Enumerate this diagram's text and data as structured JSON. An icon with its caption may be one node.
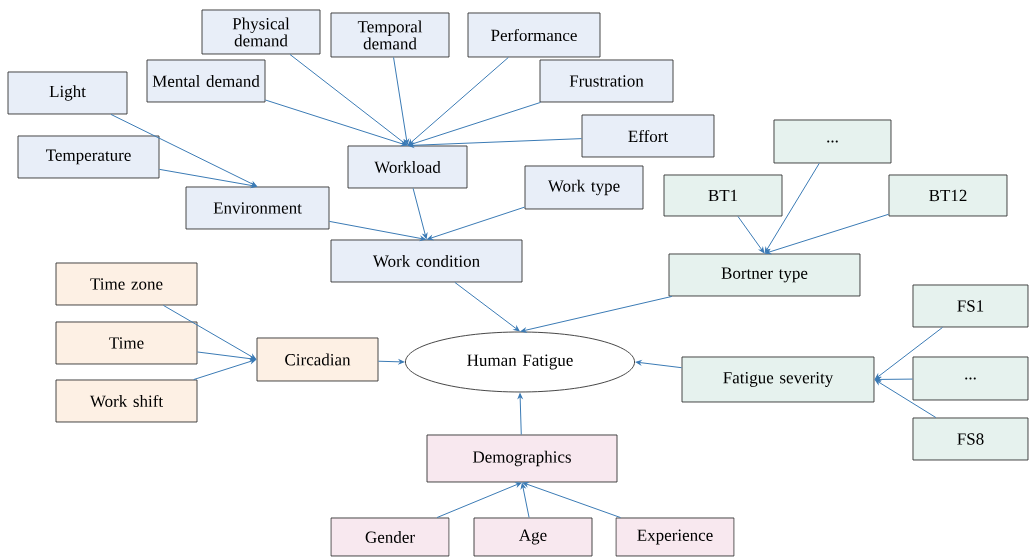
{
  "diagram": {
    "nodes": [
      {
        "text": [
          "Human Fatigue"
        ]
      },
      {
        "text": [
          "Work condition"
        ]
      },
      {
        "text": [
          "Workload"
        ]
      },
      {
        "text": [
          "Environment"
        ]
      },
      {
        "text": [
          "Light"
        ]
      },
      {
        "text": [
          "Temperature"
        ]
      },
      {
        "text": [
          "Mental demand"
        ]
      },
      {
        "text": [
          "Physical demand"
        ]
      },
      {
        "text": [
          "Temporal demand"
        ]
      },
      {
        "text": [
          "Performance"
        ]
      },
      {
        "text": [
          "Frustration"
        ]
      },
      {
        "text": [
          "Effort"
        ]
      },
      {
        "text": [
          "Work type"
        ]
      },
      {
        "text": [
          "Bortner type"
        ]
      },
      {
        "text": [
          "BT1"
        ]
      },
      {
        "text": [
          "..."
        ]
      },
      {
        "text": [
          "BT12"
        ]
      },
      {
        "text": [
          "Fatigue severity"
        ]
      },
      {
        "text": [
          "FS1"
        ]
      },
      {
        "text": [
          "..."
        ]
      },
      {
        "text": [
          "FS8"
        ]
      },
      {
        "text": [
          "Circadian"
        ]
      },
      {
        "text": [
          "Time zone"
        ]
      },
      {
        "text": [
          "Time"
        ]
      },
      {
        "text": [
          "Work shift"
        ]
      },
      {
        "text": [
          "Demographics"
        ]
      },
      {
        "text": [
          "Gender"
        ]
      },
      {
        "text": [
          "Age"
        ]
      },
      {
        "text": [
          "Experience"
        ]
      }
    ],
    "edges": [
      {
        "from": 4,
        "to": 3,
        "arrow": "to"
      },
      {
        "from": 5,
        "to": 3,
        "arrow": "to"
      },
      {
        "from": 6,
        "to": 2,
        "arrow": "to"
      },
      {
        "from": 7,
        "to": 2,
        "arrow": "to"
      },
      {
        "from": 8,
        "to": 2,
        "arrow": "to"
      },
      {
        "from": 9,
        "to": 2,
        "arrow": "to"
      },
      {
        "from": 10,
        "to": 2,
        "arrow": "to"
      },
      {
        "from": 11,
        "to": 2,
        "arrow": "to"
      },
      {
        "from": 3,
        "to": 1,
        "arrow": "to"
      },
      {
        "from": 2,
        "to": 1,
        "arrow": "to"
      },
      {
        "from": 12,
        "to": 1,
        "arrow": "to"
      },
      {
        "from": 1,
        "to": 0,
        "arrow": "to"
      },
      {
        "from": 13,
        "to": 0,
        "arrow": "to"
      },
      {
        "from": 14,
        "to": 13,
        "arrow": "to"
      },
      {
        "from": 15,
        "to": 13,
        "arrow": "to"
      },
      {
        "from": 16,
        "to": 13,
        "arrow": "to"
      },
      {
        "from": 18,
        "to": 17,
        "arrow": "to"
      },
      {
        "from": 19,
        "to": 17,
        "arrow": "to"
      },
      {
        "from": 20,
        "to": 17,
        "arrow": "to"
      },
      {
        "from": 17,
        "to": 0,
        "arrow": "to"
      },
      {
        "from": 22,
        "to": 21,
        "arrow": "to"
      },
      {
        "from": 23,
        "to": 21,
        "arrow": "to"
      },
      {
        "from": 24,
        "to": 21,
        "arrow": "to"
      },
      {
        "from": 21,
        "to": 0,
        "arrow": "to"
      },
      {
        "from": 25,
        "to": 0,
        "arrow": "to"
      },
      {
        "from": 26,
        "to": 25,
        "arrow": "to"
      },
      {
        "from": 27,
        "to": 25,
        "arrow": "to"
      },
      {
        "from": 28,
        "to": 25,
        "arrow": "to"
      }
    ]
  }
}
